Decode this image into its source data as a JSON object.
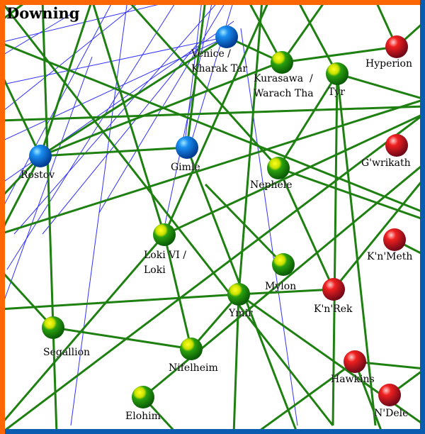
{
  "map": {
    "title": "Downing",
    "colors": {
      "friendly": "#1a7ce0",
      "neutral": "#2a9a10",
      "hostile": "#e01818",
      "link": "#1e8010",
      "route": "#3030ff",
      "border_a": "#ff6600",
      "border_b": "#0a5cb0"
    },
    "systems": [
      {
        "name": "Venice /\nKharak Tar",
        "type": "friendly"
      },
      {
        "name": "Kurasawa  /\nWarach Tha",
        "type": "neutral"
      },
      {
        "name": "Tyr",
        "type": "neutral"
      },
      {
        "name": "Hyperion",
        "type": "hostile"
      },
      {
        "name": "Rostov",
        "type": "friendly"
      },
      {
        "name": "Gimle",
        "type": "friendly"
      },
      {
        "name": "Nephele",
        "type": "neutral"
      },
      {
        "name": "G'wrikath",
        "type": "hostile"
      },
      {
        "name": "Loki VI /\nLoki",
        "type": "neutral"
      },
      {
        "name": "K'n'Meth",
        "type": "hostile"
      },
      {
        "name": "Mylon",
        "type": "neutral"
      },
      {
        "name": "Ymir",
        "type": "neutral"
      },
      {
        "name": "K'n'Rek",
        "type": "hostile"
      },
      {
        "name": "Segallion",
        "type": "neutral"
      },
      {
        "name": "Nifelheim",
        "type": "neutral"
      },
      {
        "name": "Hawkins",
        "type": "hostile"
      },
      {
        "name": "Elohim",
        "type": "neutral"
      },
      {
        "name": "N'Dele",
        "type": "hostile"
      }
    ]
  }
}
